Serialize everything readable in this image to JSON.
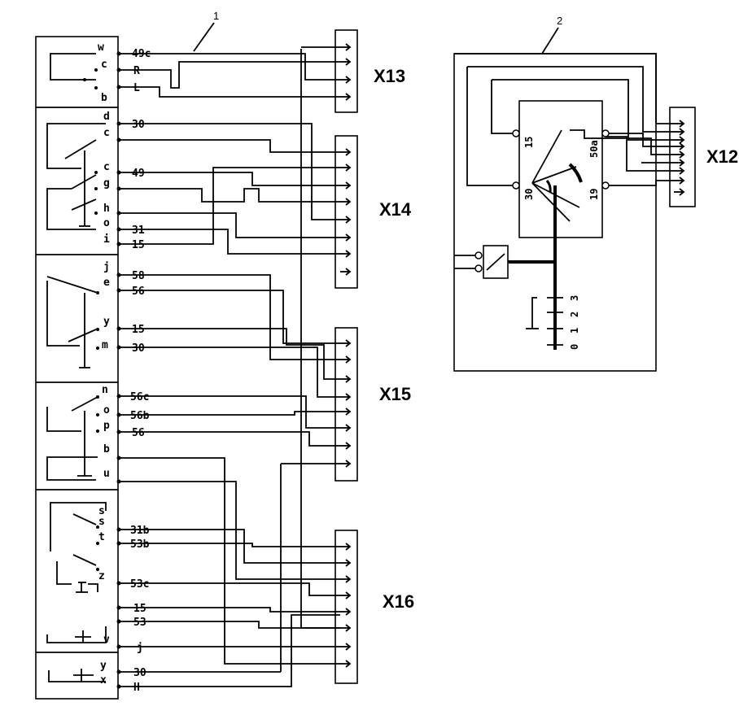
{
  "callouts": {
    "one": "1",
    "two": "2"
  },
  "connectors": {
    "x13": "X13",
    "x14": "X14",
    "x15": "X15",
    "x16": "X16",
    "x12": "X12"
  },
  "switch_contacts": {
    "w": "w",
    "c1": "c",
    "b1": "b",
    "d": "d",
    "c2": "c",
    "c3": "c",
    "g": "g",
    "h": "h",
    "o1": "o",
    "i": "i",
    "j": "j",
    "e": "e",
    "y1": "y",
    "m": "m",
    "n": "n",
    "o2": "o",
    "p": "p",
    "b2": "b",
    "u": "u",
    "s": "s",
    "t": "t",
    "z": "z",
    "v": "v",
    "y2": "y",
    "x": "x"
  },
  "terminals": {
    "t49c": "49c",
    "tR": "R",
    "tL": "L",
    "t30a": "30",
    "t49": "49",
    "t31": "31",
    "t15a": "15",
    "t58": "58",
    "t56a": "56",
    "t15b": "15",
    "t30b": "30",
    "t56c": "56c",
    "t56b": "56b",
    "t56d": "56",
    "t31b": "31b",
    "t53b": "53b",
    "t53c": "53c",
    "t15c": "15",
    "t53": "53",
    "tj": "j",
    "t30c": "30",
    "tH": "H"
  },
  "module2": {
    "pin15": "15",
    "pin50a": "50a",
    "pin30": "30",
    "pin19": "19",
    "scale": [
      "0",
      "1",
      "2",
      "3"
    ]
  }
}
